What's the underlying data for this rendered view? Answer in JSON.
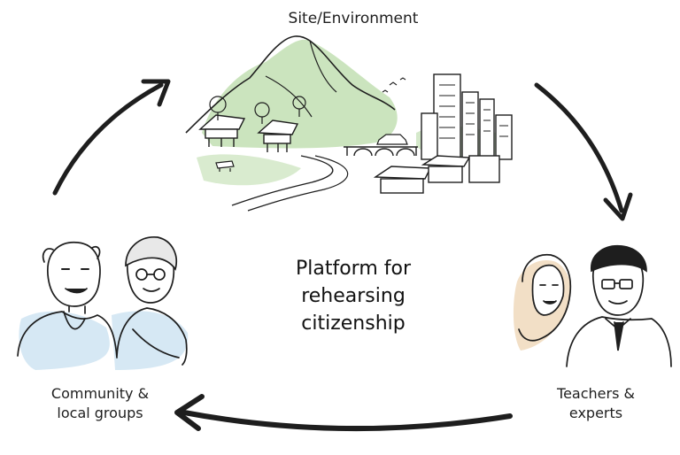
{
  "nodes": {
    "site": "Site/Environment",
    "community_line1": "Community &",
    "community_line2": "local groups",
    "teachers_line1": "Teachers &",
    "teachers_line2": "experts"
  },
  "center": {
    "line1": "Platform for",
    "line2": "rehearsing",
    "line3": "citizenship"
  },
  "colors": {
    "ink": "#1e1e1e",
    "green_wash": "#b9dba8",
    "blue_wash": "#cfe4f2",
    "skin_wash": "#f1dcc0"
  }
}
